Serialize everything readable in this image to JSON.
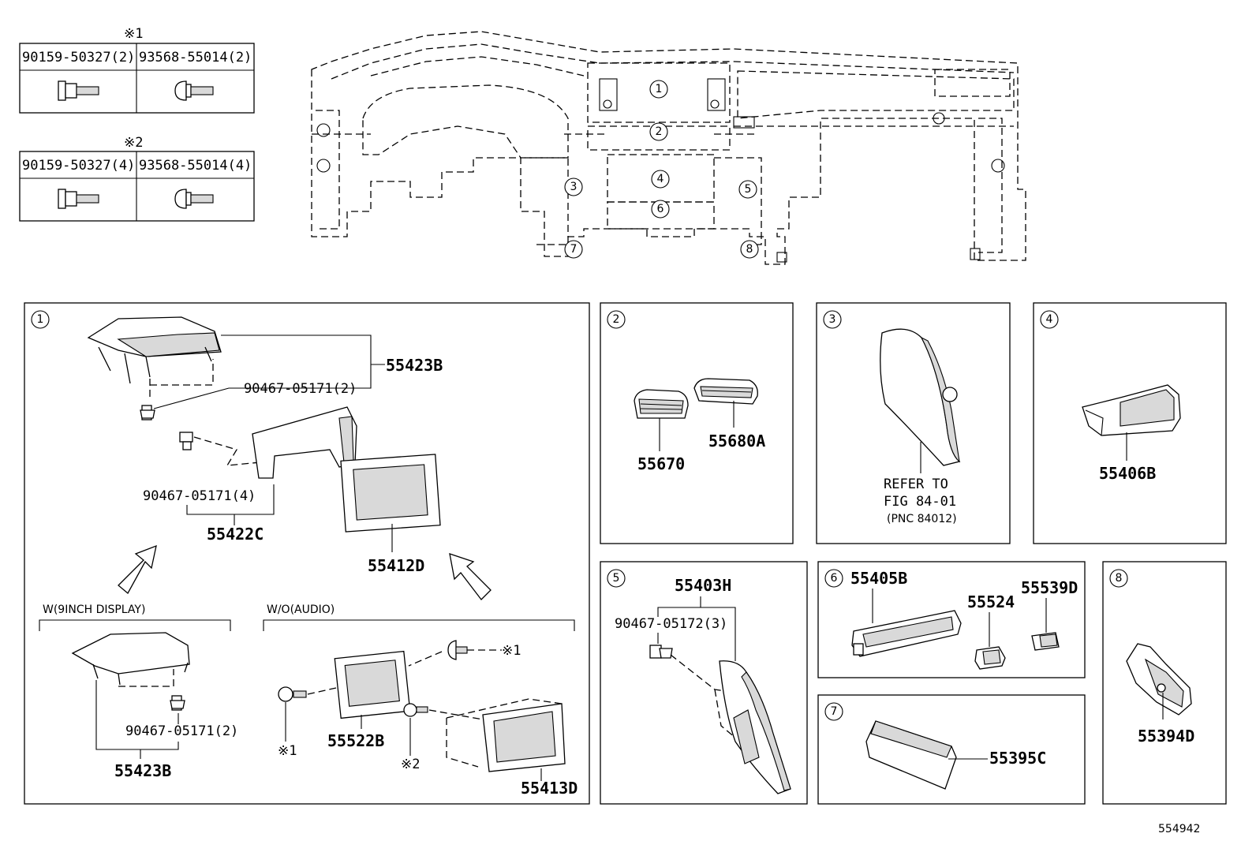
{
  "fastener_tables": [
    {
      "mark": "※1",
      "headers": [
        "90159-50327(2)",
        "93568-55014(2)"
      ]
    },
    {
      "mark": "※2",
      "headers": [
        "90159-50327(4)",
        "93568-55014(4)"
      ]
    }
  ],
  "overview": {
    "callouts": [
      "1",
      "2",
      "3",
      "4",
      "5",
      "6",
      "7",
      "8"
    ]
  },
  "panels": {
    "p1": {
      "num": "1",
      "labels": {
        "a": "55423B",
        "b": "90467-05171(2)",
        "c": "90467-05171(4)",
        "d": "55422C",
        "e": "55412D",
        "f": "W(9INCH DISPLAY)",
        "g": "W/O(AUDIO)",
        "h": "90467-05171(2)",
        "i": "55423B",
        "j": "※1",
        "k": "※1",
        "l": "55522B",
        "m": "※2",
        "n": "55413D"
      }
    },
    "p2": {
      "num": "2",
      "labels": {
        "a": "55670",
        "b": "55680A"
      }
    },
    "p3": {
      "num": "3",
      "labels": {
        "a": "REFER TO",
        "b": "FIG 84-01",
        "c": "(PNC 84012)"
      }
    },
    "p4": {
      "num": "4",
      "labels": {
        "a": "55406B"
      }
    },
    "p5": {
      "num": "5",
      "labels": {
        "a": "55403H",
        "b": "90467-05172(3)"
      }
    },
    "p6": {
      "num": "6",
      "labels": {
        "a": "55405B",
        "b": "55524",
        "c": "55539D"
      }
    },
    "p7": {
      "num": "7",
      "labels": {
        "a": "55395C"
      }
    },
    "p8": {
      "num": "8",
      "labels": {
        "a": "55394D"
      }
    }
  },
  "footer": {
    "illustration_id": "554942"
  }
}
